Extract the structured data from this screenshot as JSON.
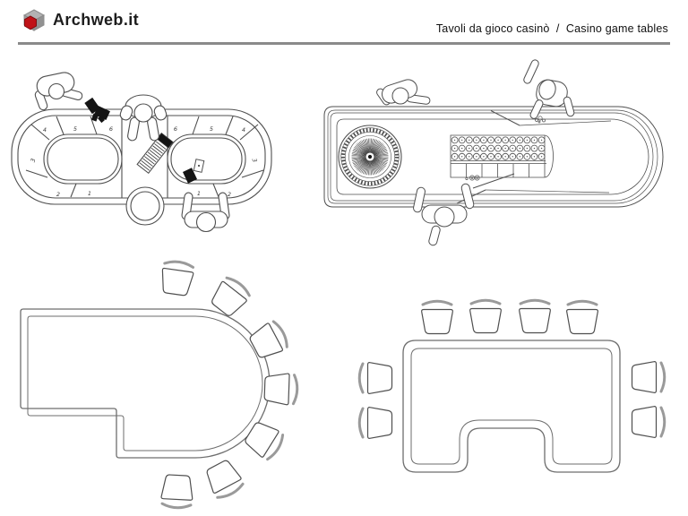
{
  "header": {
    "logo_text": "Archweb.it",
    "title": "Tavoli da gioco casinò  /  Casino game tables"
  },
  "palette": {
    "line_dark": "#4f4f4f",
    "line_mid": "#6e6e6e",
    "line_light": "#9a9a9a",
    "rule_gray": "#8a8a8a",
    "logo_red": "#c01318",
    "logo_gray": "#a9a9a9",
    "card_black": "#141414"
  },
  "drawings": {
    "baccarat_table": {
      "seats": {
        "left_top": [
          "4",
          "5",
          "6"
        ],
        "left_side": "3",
        "left_bottom": [
          "2",
          "1"
        ],
        "right_top": [
          "6",
          "5",
          "4"
        ],
        "right_side": "3",
        "right_bottom": [
          "1",
          "2"
        ]
      }
    }
  }
}
